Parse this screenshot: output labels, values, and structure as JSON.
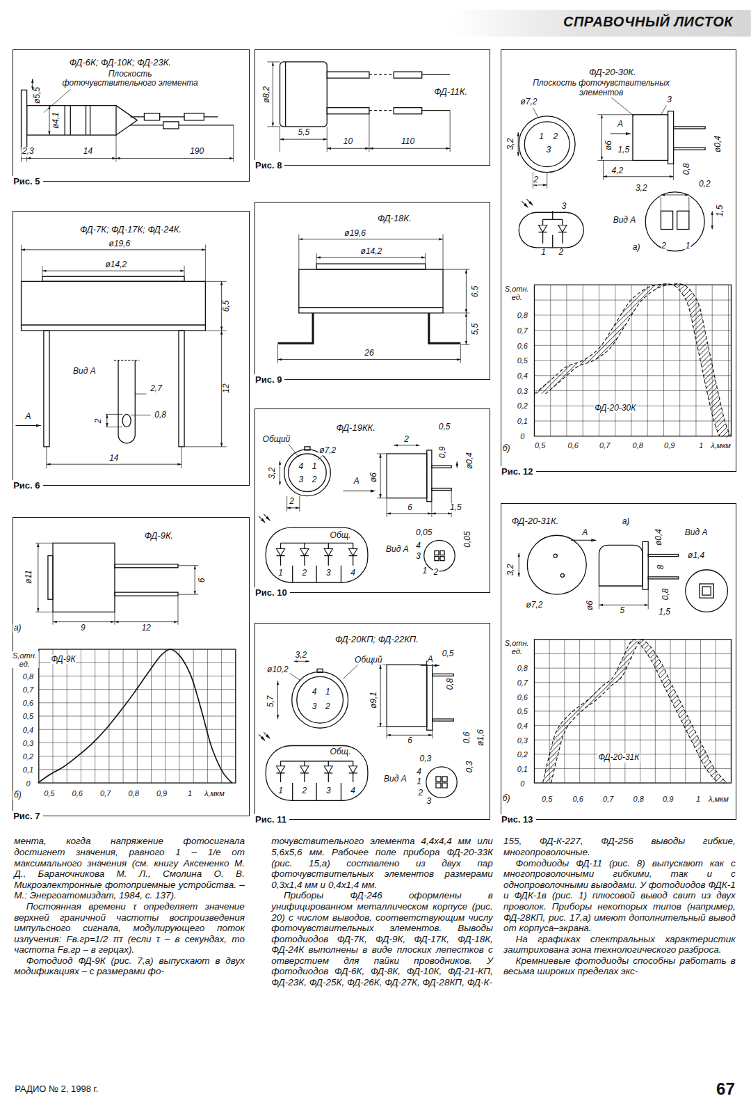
{
  "diagram": {
    "title": "СПРАВОЧНЫЙ ЛИСТОК",
    "nodes": [
      {
        "text": [
          "ФД-6К; ФД-10К; ФД-23К.",
          "Рис. 5"
        ]
      },
      {
        "text": [
          "ФД-7К; ФД-17К; ФД-24К.",
          "Рис. 6"
        ]
      },
      {
        "text": [
          "ФД-9К.",
          "Рис. 7"
        ]
      },
      {
        "text": [
          "ФД-11К.",
          "Рис. 8"
        ]
      },
      {
        "text": [
          "ФД-18К.",
          "Рис. 9"
        ]
      },
      {
        "text": [
          "ФД-19КК.",
          "Рис. 10"
        ]
      },
      {
        "text": [
          "ФД-20КП; ФД-22КП.",
          "Рис. 11"
        ]
      },
      {
        "text": [
          "ФД-20-30К.",
          "Рис. 12"
        ]
      },
      {
        "text": [
          "ФД-20-31К.",
          "Рис. 13"
        ]
      }
    ],
    "labels": [
      "Плоскость фоточувствительного элемента",
      "ø5,5",
      "ø4,1",
      "2,3",
      "14",
      "190",
      "ø19,6",
      "ø14,2",
      "6,5",
      "12",
      "Вид А",
      "2,7",
      "0,8",
      "2",
      "А",
      "14",
      "ø11",
      "6",
      "а)",
      "9",
      "12",
      "S,отн. ед.",
      "ФД-9К",
      "0,8",
      "0,7",
      "0,6",
      "0,5",
      "0,4",
      "0,3",
      "0,2",
      "0,1",
      "0",
      "0,5",
      "0,6",
      "0,7",
      "0,8",
      "0,9",
      "1",
      "λ,мкм",
      "б)",
      "ø8,2",
      "5,5",
      "10",
      "110",
      "ø19,6",
      "ø14,2",
      "6,5",
      "5,5",
      "26",
      "Общий",
      "ø7,2",
      "3,2",
      "2",
      "4",
      "1",
      "3",
      "2",
      "0,5",
      "2",
      "0,9",
      "ø0,4",
      "ø6",
      "А",
      "6",
      "1,5",
      "Общ.",
      "1",
      "2",
      "3",
      "4",
      "0,05",
      "0,05",
      "Вид А",
      "4",
      "3",
      "1",
      "2",
      "3,2",
      "Общий",
      "ø10,2",
      "5,7",
      "4",
      "1",
      "3",
      "2",
      "0,5",
      "А",
      "0,8",
      "ø9,1",
      "6",
      "0,6",
      "ø1,6",
      "Общ.",
      "1",
      "2",
      "3",
      "4",
      "0,3",
      "0,3",
      "Вид А",
      "4",
      "1",
      "2",
      "3",
      "Плоскость фоточувствительных элементов",
      "3",
      "ø7,2",
      "3,2",
      "1",
      "2",
      "3",
      "А",
      "ø6",
      "1,5",
      "ø0,4",
      "0,8",
      "4,2",
      "2",
      "3,2",
      "0,2",
      "1,5",
      "Вид А",
      "2",
      "1",
      "3",
      "1",
      "2",
      "а)",
      "S,отн. ед.",
      "0,8",
      "0,7",
      "0,6",
      "0,5",
      "0,4",
      "0,3",
      "0,2",
      "0,1",
      "0",
      "0,5",
      "0,6",
      "0,7",
      "0,8",
      "0,9",
      "1",
      "λ,мкм",
      "б)",
      "ФД-20-30К",
      "а)",
      "А",
      "ø0,4",
      "Вид А",
      "ø1,4",
      "3,2",
      "8",
      "0,8",
      "ø7,2",
      "ø6",
      "5",
      "1,5",
      "S,отн. ед.",
      "0,8",
      "0,7",
      "0,6",
      "0,5",
      "0,4",
      "0,3",
      "0,2",
      "0,1",
      "0",
      "0,5",
      "0,6",
      "0,7",
      "0,8",
      "0,9",
      "1",
      "λ,мкм",
      "б)",
      "ФД-20-31К",
      "мента, когда напряжение фотосигнала достигнет значения, равного 1 – 1/e от максимального значения (см. книгу Аксененко М. Д., Бараночникова М. Л., Смолина О. В. Микроэлектронные фотоприемные устройства. – М.: Энергоатомиздат, 1984, с. 137).",
      "Постоянная времени τ определяет значение верхней граничной частоты воспроизведения импульсного сигнала, модулирующего поток излучения: Fв.гр=1/2 πτ (если τ – в секундах, то частота Fв.гр – в герцах).",
      "Фотодиод ФД-9К (рис. 7,а) выпускают в двух модификациях – с размерами фо-",
      "точувствительного элемента 4,4x4,4 мм или 5,6x5,6 мм. Рабочее поле прибора ФД-20-33К (рис. 15,а) составлено из двух пар фоточувствительных элементов размерами 0,3x1,4 мм и 0,4x1,4 мм.",
      "Приборы ФД-246 оформлены в унифицированном металлическом корпусе (рис. 20) с числом выводов, соответствующим числу фоточувствительных элементов. Выводы фотодиодов ФД-7К, ФД-9К, ФД-17К, ФД-18К, ФД-24К выполнены в виде плоских лепестков с отверстием для пайки проводников. У фотодиодов ФД-6К, ФД-8К, ФД-10К, ФД-21-КП, ФД-23К, ФД-25К, ФД-26К, ФД-27К, ФД-28КП, ФД-К-",
      "155, ФД-К-227, ФД-256 выводы гибкие, многопроволочные.",
      "Фотодиоды ФД-11 (рис. 8) выпускают как с многопроволочными гибкими, так и с однопроволочными выводами. У фотодиодов ФДК-1 и ФДК-1в (рис. 1) плюсовой вывод свит из двух проволок. Приборы некоторых типов (например, ФД-28КП, рис. 17,а) имеют дополнительный вывод от корпуса–экрана.",
      "На графиках спектральных характеристик заштрихована зона технологического разброса.",
      "Кремниевые фотодиоды способны работать в весьма широких пределах экс-",
      "РАДИО № 2, 1998 г.",
      "67"
    ]
  }
}
